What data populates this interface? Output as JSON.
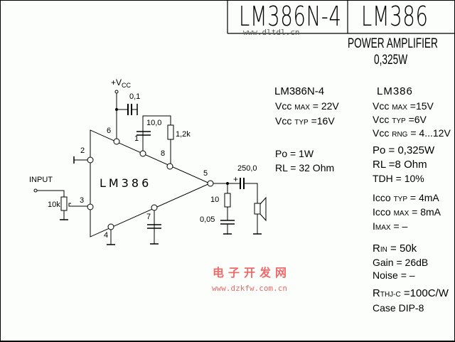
{
  "header": {
    "variant_title": "LM386N-4",
    "base_title": "LM386",
    "watermark_url": "www.dltdl.cn",
    "subtitle": "POWER AMPLIFIER",
    "power_rating": "0,325W"
  },
  "schematic": {
    "ic_label": "LM386",
    "supply_label": "+V",
    "supply_sub": "CC",
    "input_label": "INPUT",
    "pins": [
      "1",
      "2",
      "3",
      "4",
      "5",
      "6",
      "7",
      "8"
    ],
    "components": {
      "decoupling_cap": "0,1",
      "gain_cap": "10,0",
      "gain_resistor": "1,2k",
      "input_pot": "10k",
      "output_cap": "250,0",
      "output_cap_polarity": "+",
      "zobel_resistor": "10",
      "zobel_cap": "0,05"
    }
  },
  "specs_lm386n4": {
    "title": "LM386N-4",
    "rows": [
      {
        "main": "Vcc",
        "sub": "MAX",
        "value": "= 22V"
      },
      {
        "main": "Vcc",
        "sub": "TYP",
        "value": "=16V"
      },
      {
        "main": "Po",
        "sub": "",
        "value": "=  1W"
      },
      {
        "main": "RL",
        "sub": "",
        "value": "=  32 Ohm"
      }
    ]
  },
  "specs_lm386": {
    "title": "LM386",
    "rows": [
      {
        "main": "Vcc",
        "sub": "MAX",
        "value": "=15V"
      },
      {
        "main": "Vcc",
        "sub": "TYP",
        "value": "=6V"
      },
      {
        "main": "Vcc",
        "sub": "RNG",
        "value": "= 4...12V"
      },
      {
        "main": "Po",
        "sub": "",
        "value": "= 0,325W"
      },
      {
        "main": "RL",
        "sub": "",
        "value": "=8  Ohm"
      },
      {
        "main": "TDH",
        "sub": "",
        "value": "= 10%"
      },
      {
        "main": "Icco",
        "sub": "TYP",
        "value": "=  4mA"
      },
      {
        "main": "Icco",
        "sub": "MAX",
        "value": "=  8mA"
      },
      {
        "main": "I",
        "sub": "MAX",
        "value": "=     –"
      },
      {
        "main": "R",
        "sub": "IN",
        "value": "= 50k"
      },
      {
        "main": "Gain",
        "sub": "",
        "value": "= 26dB"
      },
      {
        "main": "Noise",
        "sub": "",
        "value": "=  –"
      },
      {
        "main": "R",
        "sub": "THJ-C",
        "value": "=100C/W"
      },
      {
        "main": "Case",
        "sub": "",
        "value": "DIP-8"
      }
    ]
  },
  "footer_watermark": {
    "chinese": "电子开发网",
    "url": "www.dzkfw.com.cn"
  }
}
